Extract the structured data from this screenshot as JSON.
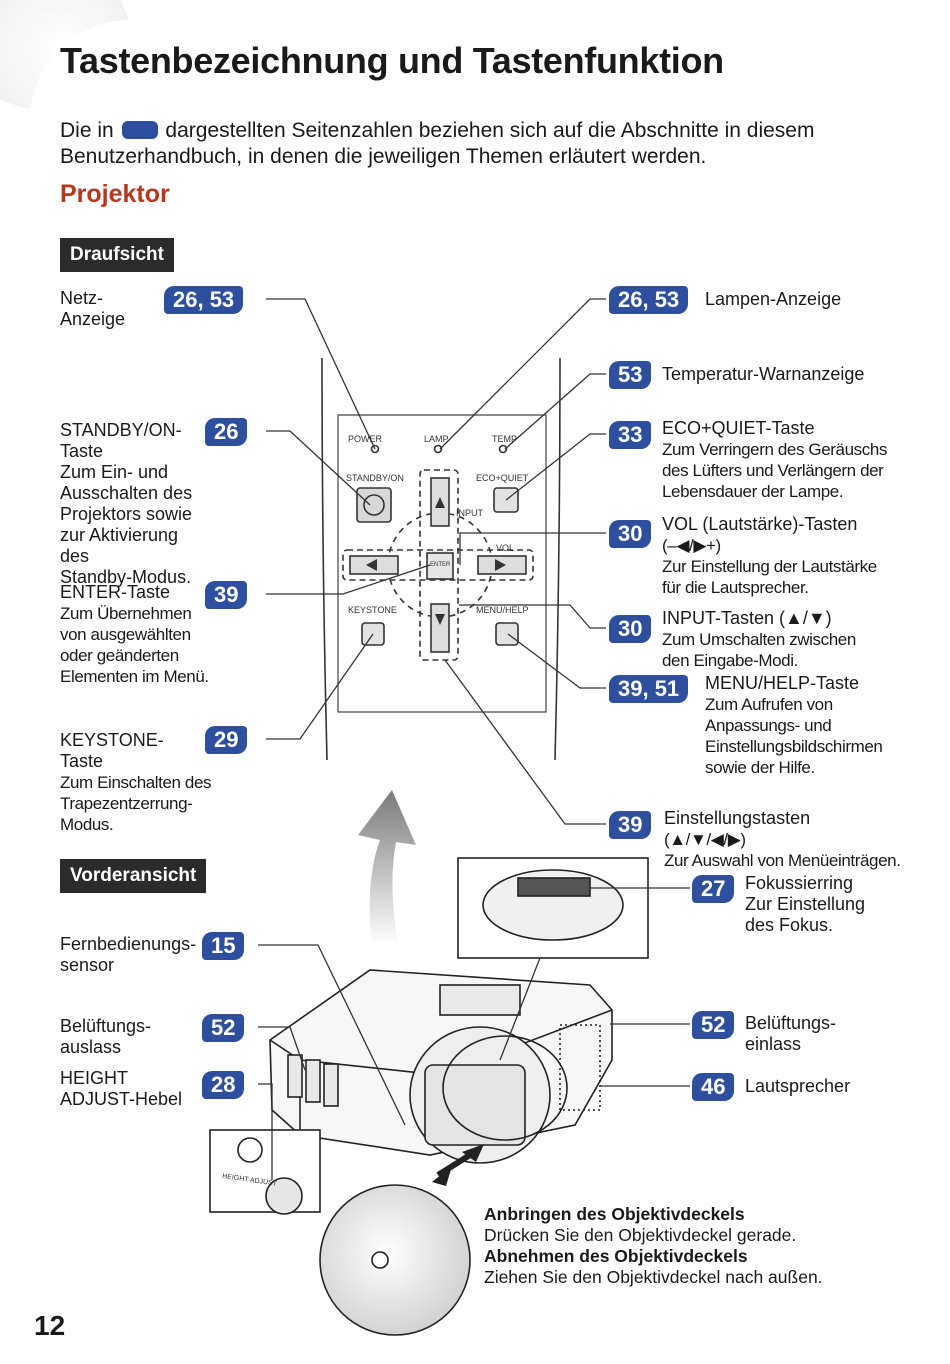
{
  "header": {
    "title": "Tastenbezeichnung und Tastenfunktion",
    "intro_before": "Die in",
    "intro_after": "dargestellten Seitenzahlen beziehen sich auf die Abschnitte in diesem Benutzerhandbuch, in denen die jeweiligen Themen erläutert werden."
  },
  "section_title": "Projektor",
  "top_view": {
    "heading": "Draufsicht",
    "panel_labels": {
      "power": "POWER",
      "lamp": "LAMP",
      "temp": "TEMP",
      "standby": "STANDBY/ON",
      "eco": "ECO+QUIET",
      "input": "INPUT",
      "vol": "VOL",
      "enter": "ENTER",
      "keystone": "KEYSTONE",
      "menu": "MENU/HELP"
    },
    "left_callouts": [
      {
        "page": "26, 53",
        "name": "Netz-\nAnzeige",
        "desc": ""
      },
      {
        "page": "26",
        "name": "STANDBY/ON-\nTaste",
        "desc": "Zum Ein- und\nAusschalten des\nProjektors sowie\nzur Aktivierung des\nStandby-Modus."
      },
      {
        "page": "39",
        "name": "ENTER-Taste",
        "desc": "Zum Übernehmen\nvon ausgewählten\noder geänderten\nElementen im Menü."
      },
      {
        "page": "29",
        "name": "KEYSTONE-\nTaste",
        "desc": "Zum Einschalten des\nTrapezentzerrung-\nModus."
      }
    ],
    "right_callouts": [
      {
        "page": "26, 53",
        "name": "Lampen-Anzeige",
        "desc": ""
      },
      {
        "page": "53",
        "name": "Temperatur-Warnanzeige",
        "desc": ""
      },
      {
        "page": "33",
        "name": "ECO+QUIET-Taste",
        "desc": "Zum Verringern des  Geräuschs\ndes Lüfters und Verlängern der\nLebensdauer der Lampe."
      },
      {
        "page": "30",
        "name": "VOL (Lautstärke)-Tasten",
        "desc": "(–◀/▶+)\nZur Einstellung der Lautstärke\nfür die Lautsprecher."
      },
      {
        "page": "30",
        "name": "INPUT-Tasten (▲/▼)",
        "desc": "Zum Umschalten zwischen\nden Eingabe-Modi."
      },
      {
        "page": "39, 51",
        "name": "MENU/HELP-Taste",
        "desc": "Zum Aufrufen von\nAnpassungs- und\nEinstellungsbildschirmen\nsowie der Hilfe."
      },
      {
        "page": "39",
        "name": "Einstellungstasten",
        "desc": "(▲/▼/◀/▶)\nZur Auswahl von Menüeinträgen."
      }
    ]
  },
  "front_view": {
    "heading": "Vorderansicht",
    "left_callouts": [
      {
        "page": "15",
        "name": "Fernbedienungs-\nsensor"
      },
      {
        "page": "52",
        "name": "Belüftungs-\nauslass"
      },
      {
        "page": "28",
        "name": "HEIGHT\nADJUST-Hebel"
      }
    ],
    "right_callouts": [
      {
        "page": "27",
        "name": "Fokussierring",
        "desc": "Zur Einstellung\ndes Fokus."
      },
      {
        "page": "52",
        "name": "Belüftungs-\neinlass",
        "desc": ""
      },
      {
        "page": "46",
        "name": "Lautsprecher",
        "desc": ""
      }
    ],
    "height_adjust_label": "HEIGHT ADJUST",
    "lens_cap": {
      "attach_title": "Anbringen des Objektivdeckels",
      "attach_text": "Drücken Sie den Objektivdeckel gerade.",
      "remove_title": "Abnehmen des Objektivdeckels",
      "remove_text": "Ziehen Sie den Objektivdeckel nach außen."
    }
  },
  "page_number": "12",
  "colors": {
    "badge": "#2e4f9e",
    "section": "#b8361b",
    "subhead_bg": "#2b2b2b"
  }
}
